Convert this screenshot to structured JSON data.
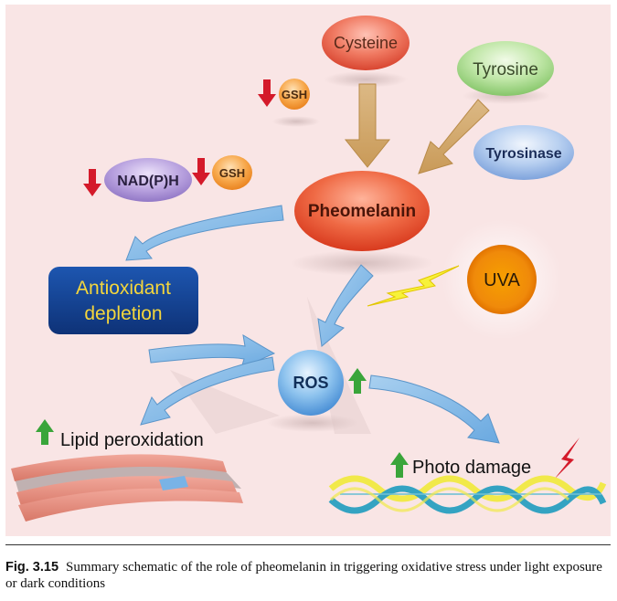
{
  "diagram": {
    "nodes": {
      "cysteine": "Cysteine",
      "tyrosine": "Tyrosine",
      "tyrosinase": "Tyrosinase",
      "pheomelanin": "Pheomelanin",
      "gsh_top": "GSH",
      "gsh_left": "GSH",
      "nadph": "NAD(P)H",
      "antioxidant_line1": "Antioxidant",
      "antioxidant_line2": "depletion",
      "uva": "UVA",
      "ros": "ROS",
      "lipid_peroxidation": "Lipid peroxidation",
      "photo_damage": "Photo damage"
    },
    "indicators": {
      "gsh_top": "down",
      "gsh_left": "down",
      "nadph": "down",
      "ros": "up",
      "lipid_peroxidation": "up",
      "photo_damage": "up"
    },
    "colors": {
      "background": "#f9e5e5",
      "cysteine": "#e8543f",
      "tyrosine": "#98d47c",
      "tyrosinase": "#8fb4e4",
      "pheomelanin": "#e24a2a",
      "gsh": "#f3962f",
      "nadph": "#a58cd0",
      "antioxidant_box": "#123f8f",
      "antioxidant_text": "#f4d63c",
      "uva": "#f08a0a",
      "ros": "#5aa2e0",
      "tan_arrow": "#d3aa6e",
      "blue_arrow": "#7db6e6",
      "down_arrow": "#d41a2a",
      "up_arrow": "#3aa53a"
    }
  },
  "caption": {
    "label": "Fig. 3.15",
    "text": "Summary schematic of the role of pheomelanin in triggering oxidative stress under light exposure or dark conditions"
  }
}
